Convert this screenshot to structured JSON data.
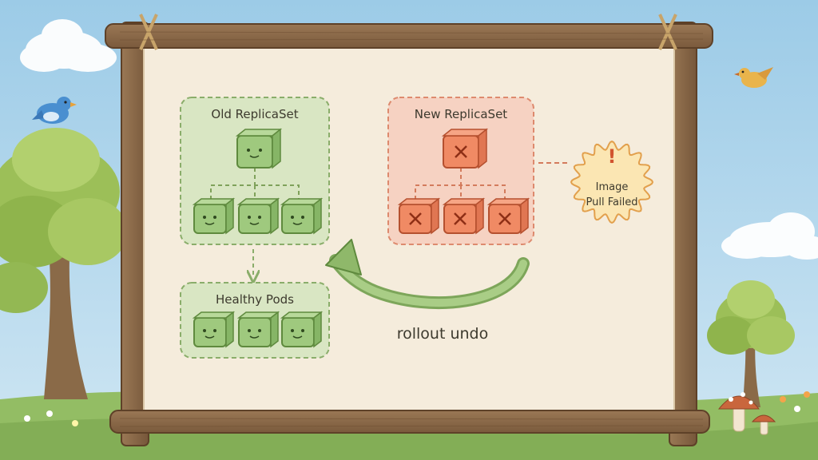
{
  "diagram": {
    "old_replicaset": {
      "title": "Old ReplicaSet",
      "pod_status": "healthy"
    },
    "new_replicaset": {
      "title": "New ReplicaSet",
      "pod_status": "failed"
    },
    "healthy_pods": {
      "title": "Healthy Pods"
    },
    "error_badge": {
      "line1": "Image",
      "line2": "Pull Failed",
      "symbol": "!"
    },
    "rollback_arrow": {
      "label": "rollout undo"
    }
  },
  "colors": {
    "old_fill": "#d9e6c3",
    "old_stroke": "#8aad6a",
    "new_fill": "#f6d2c2",
    "new_stroke": "#dd8a6e",
    "cube_green": "#9fc97e",
    "cube_red": "#f08a64",
    "badge_fill": "#fbe6b3",
    "badge_stroke": "#e2a04d",
    "board": "#f5ecdc",
    "wood": "#8a6a48",
    "sky": "#a9d2ea",
    "grass": "#9ac26a"
  }
}
